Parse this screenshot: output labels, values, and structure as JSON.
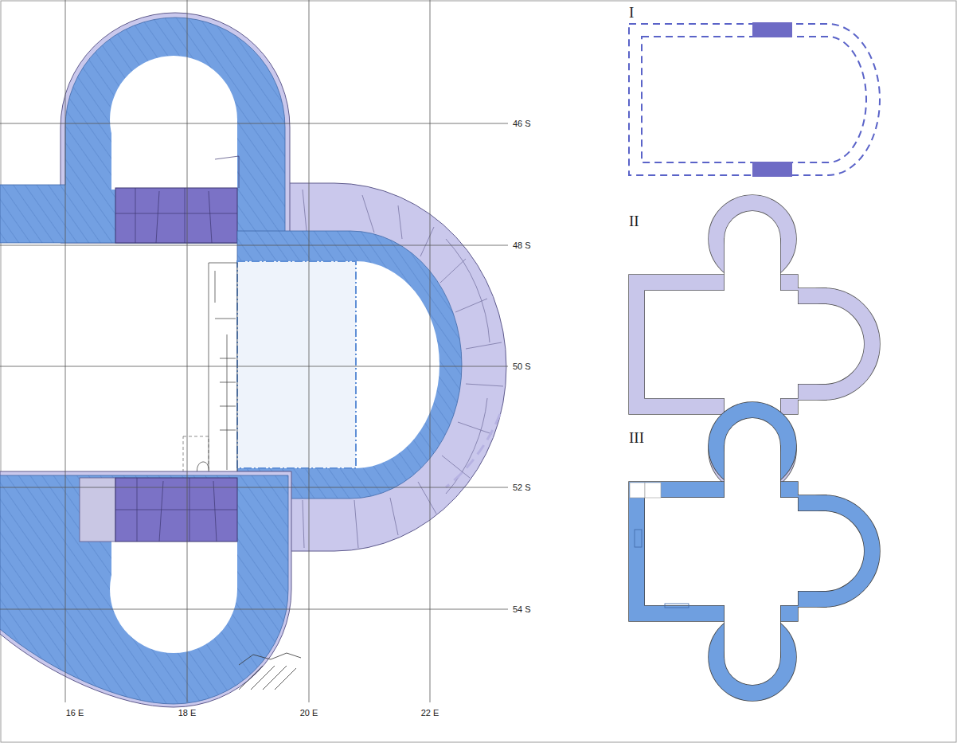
{
  "diagram": {
    "labels": [
      "I",
      "II",
      "III",
      "46 S",
      "48 S",
      "50 S",
      "52 S",
      "54 S",
      "16 E",
      "18 E",
      "20 E",
      "22 E"
    ]
  }
}
